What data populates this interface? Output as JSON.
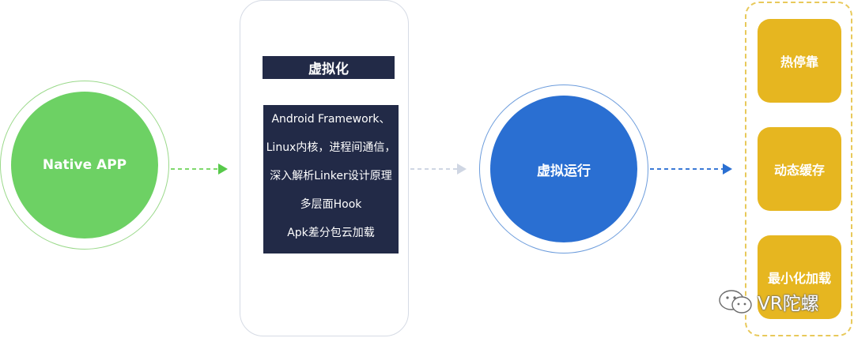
{
  "left_node": {
    "label": "Native APP"
  },
  "phone": {
    "title": "虚拟化",
    "features": [
      "Android Framework、",
      "Linux内核，进程间通信，",
      "深入解析Linker设计原理",
      "多层面Hook",
      "Apk差分包云加载"
    ]
  },
  "center_node": {
    "label": "虚拟运行"
  },
  "outcomes": [
    "热停靠",
    "动态缓存",
    "最小化加载"
  ],
  "watermark": {
    "text": "VR陀螺"
  },
  "colors": {
    "green": "#6dd164",
    "navy": "#222a47",
    "blue": "#2a6fd2",
    "gold": "#e6b620"
  }
}
